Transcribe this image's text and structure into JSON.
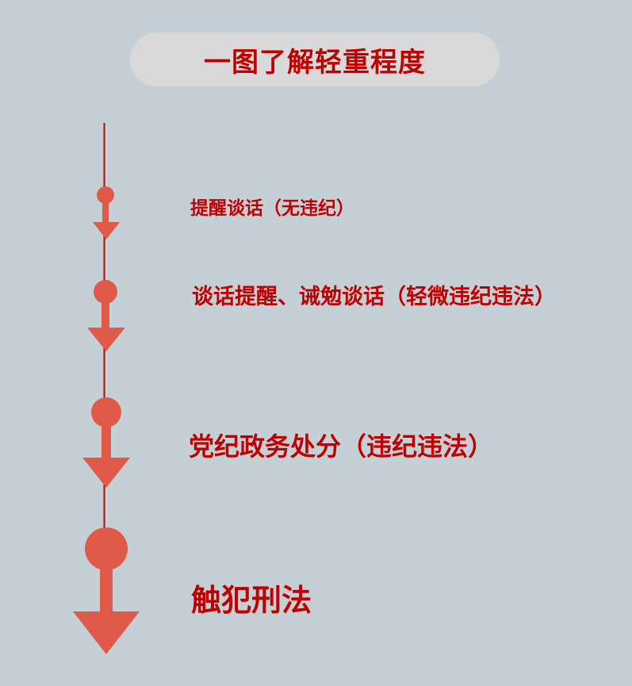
{
  "title": "一图了解轻重程度",
  "levels": [
    {
      "label": "提醒谈话（无违纪）"
    },
    {
      "label": "谈话提醒、诫勉谈话（轻微违纪违法）"
    },
    {
      "label": "党纪政务处分（违纪违法）"
    },
    {
      "label": "触犯刑法"
    }
  ],
  "colors": {
    "text": "#c00000",
    "arrow": "#e05a4a",
    "line": "#c00000",
    "background": "#c5d0d6"
  }
}
